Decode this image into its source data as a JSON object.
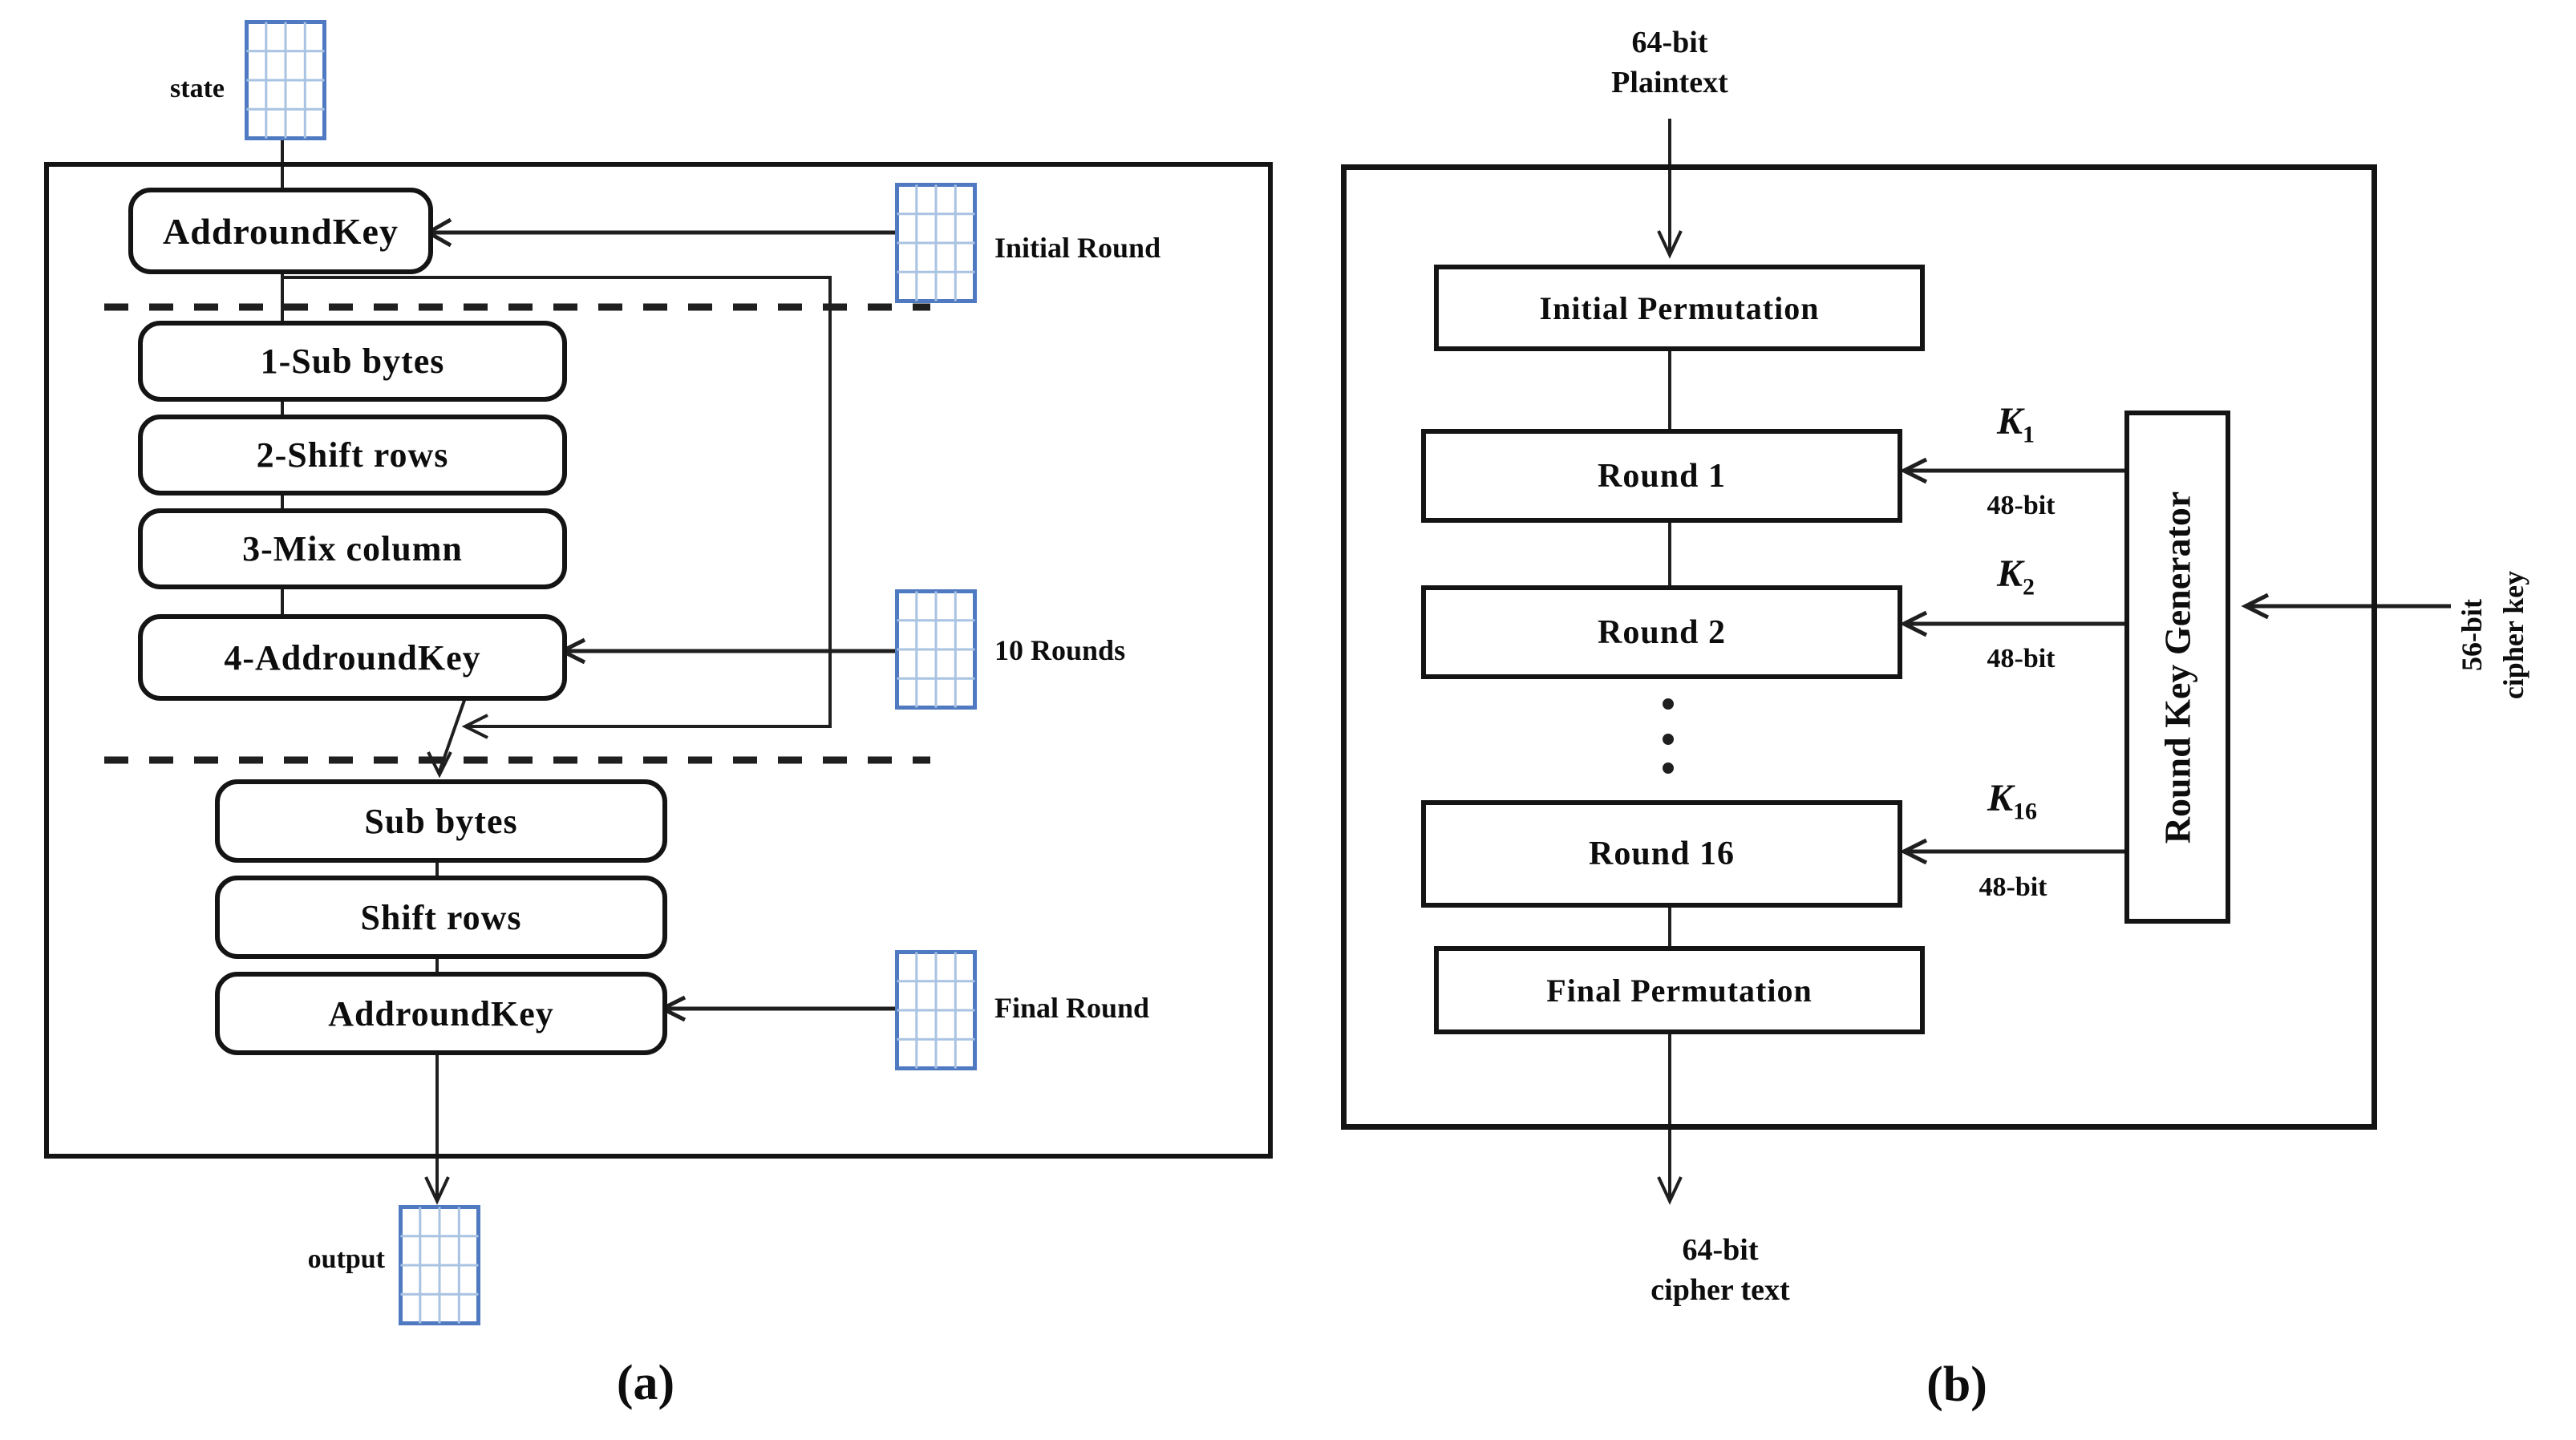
{
  "panel_a": {
    "caption": "(a)",
    "state_label": "state",
    "output_label": "output",
    "initial_round_label": "Initial Round",
    "ten_rounds_label": "10 Rounds",
    "final_round_label": "Final Round",
    "boxes": {
      "addroundkey_initial": "AddroundKey",
      "sub_bytes_1": "1-Sub bytes",
      "shift_rows_2": "2-Shift rows",
      "mix_column_3": "3-Mix column",
      "addroundkey_4": "4-AddroundKey",
      "sub_bytes_final": "Sub bytes",
      "shift_rows_final": "Shift rows",
      "addroundkey_final": "AddroundKey"
    }
  },
  "panel_b": {
    "caption": "(b)",
    "plaintext_line1": "64-bit",
    "plaintext_line2": "Plaintext",
    "ciphertext_line1": "64-bit",
    "ciphertext_line2": "cipher text",
    "key_input_line1": "56-bit",
    "key_input_line2": "cipher key",
    "bit48": "48-bit",
    "k_base": "K",
    "k1_sub": "1",
    "k2_sub": "2",
    "k16_sub": "16",
    "boxes": {
      "initial_permutation": "Initial Permutation",
      "round_1": "Round 1",
      "round_2": "Round 2",
      "round_16": "Round 16",
      "final_permutation": "Final Permutation",
      "round_key_generator": "Round Key Generator"
    }
  },
  "colors": {
    "line": "#1f1f1f",
    "grid_border": "#4f7ac2",
    "grid_line": "#a9c3e2",
    "box_border": "#141414",
    "background": "#ffffff"
  }
}
